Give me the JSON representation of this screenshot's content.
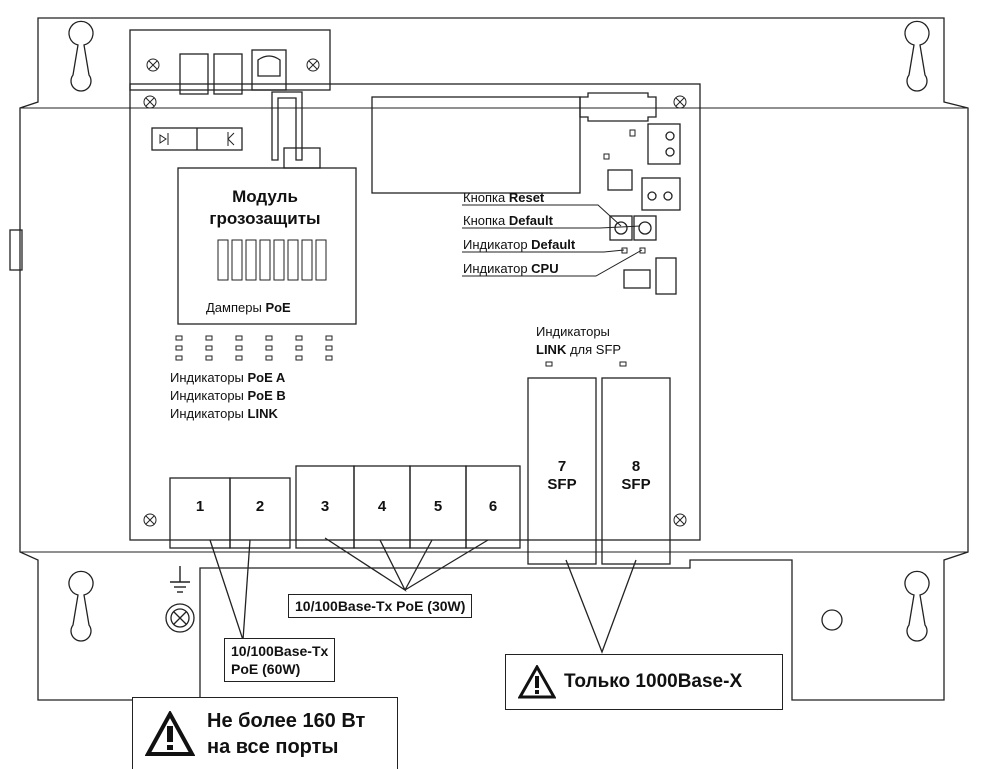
{
  "module": {
    "title_line1": "Модуль",
    "title_line2": "грозозащиты",
    "dampers_prefix": "Дамперы ",
    "dampers_bold": "PoE"
  },
  "indicators": {
    "poe_a_prefix": "Индикаторы ",
    "poe_a_bold": "PoE A",
    "poe_b_prefix": "Индикаторы ",
    "poe_b_bold": "PoE B",
    "link_prefix": "Индикаторы ",
    "link_bold": "LINK",
    "sfp_line1": "Индикаторы",
    "sfp_line2_bold": "LINK",
    "sfp_line2_rest": " для SFP"
  },
  "controls": {
    "reset_prefix": "Кнопка ",
    "reset_bold": "Reset",
    "default_prefix": "Кнопка ",
    "default_bold": "Default",
    "default_led_prefix": "Индикатор ",
    "default_led_bold": "Default",
    "cpu_led_prefix": "Индикатор ",
    "cpu_led_bold": "CPU"
  },
  "ports": {
    "p1": "1",
    "p2": "2",
    "p3": "3",
    "p4": "4",
    "p5": "5",
    "p6": "6",
    "p7_num": "7",
    "p7_type": "SFP",
    "p8_num": "8",
    "p8_type": "SFP"
  },
  "callouts": {
    "poe30": "10/100Base-Tx PoE (30W)",
    "poe60_line1": "10/100Base-Tx",
    "poe60_line2": "PoE (60W)",
    "sfp_only": "Только 1000Base-X",
    "power_line1": "Не более 160 Вт",
    "power_line2": "на все порты"
  }
}
